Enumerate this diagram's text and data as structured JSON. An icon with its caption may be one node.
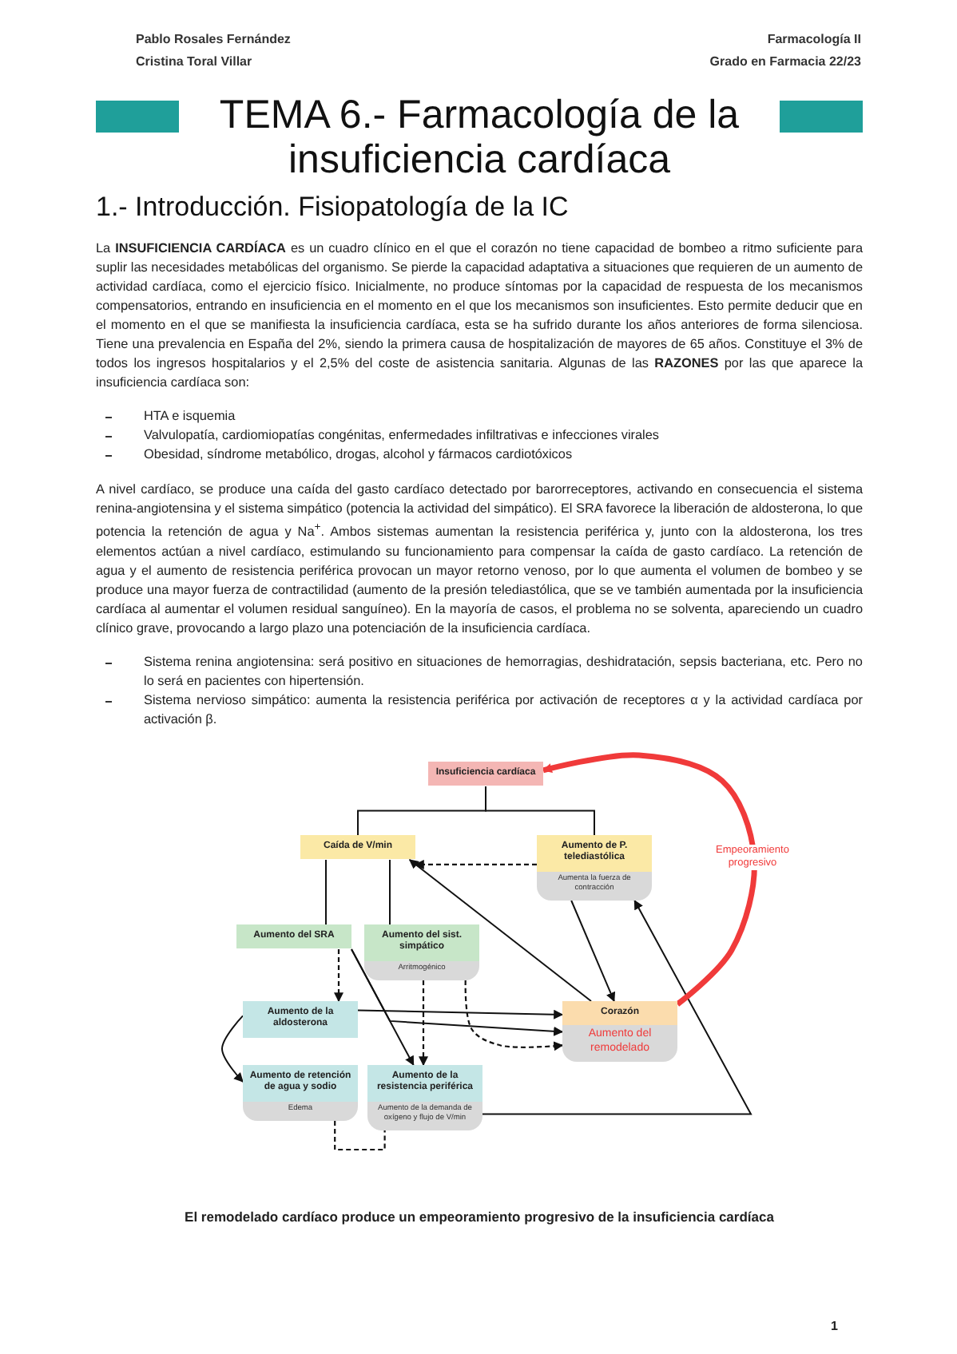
{
  "diagram": {
    "title": "TEMA 6.- Farmacología de la insuficiencia cardíaca",
    "caption": "El remodelado cardíaco produce un empeoramiento progresivo de la insuficiencia cardíaca",
    "nodes": [
      {
        "text": [
          "Insuficiencia cardíaca"
        ]
      },
      {
        "text": [
          "Caída de V/min"
        ]
      },
      {
        "text": [
          "Aumento de P. telediastólica",
          "Aumenta la fuerza de contracción"
        ]
      },
      {
        "text": [
          "Aumento del SRA"
        ]
      },
      {
        "text": [
          "Aumento del sist. simpático",
          "Arritmogénico"
        ]
      },
      {
        "text": [
          "Aumento de la aldosterona"
        ]
      },
      {
        "text": [
          "Aumento de retención de agua y sodio",
          "Edema"
        ]
      },
      {
        "text": [
          "Aumento de la resistencia periférica",
          "Aumento de la demanda de oxígeno y flujo de V/min"
        ]
      },
      {
        "text": [
          "Corazón",
          "Aumento del remodelado"
        ]
      }
    ],
    "edges": [
      {
        "from": 0,
        "to": 1,
        "arrow": "none"
      },
      {
        "from": 0,
        "to": 2,
        "arrow": "none"
      },
      {
        "from": 2,
        "to": 1,
        "arrow": "to",
        "style": "dashed"
      },
      {
        "from": 1,
        "to": 3,
        "arrow": "none"
      },
      {
        "from": 1,
        "to": 4,
        "arrow": "none"
      },
      {
        "from": 8,
        "to": 1,
        "arrow": "to"
      },
      {
        "from": 2,
        "to": 8,
        "arrow": "to"
      },
      {
        "from": 7,
        "to": 2,
        "arrow": "to"
      },
      {
        "from": 8,
        "to": 0,
        "arrow": "to",
        "style": "thick",
        "color": "#f03a3a",
        "label": "Empeoramiento progresivo"
      },
      {
        "from": 3,
        "to": 5,
        "arrow": "to",
        "style": "dashed"
      },
      {
        "from": 3,
        "to": 7,
        "arrow": "to"
      },
      {
        "from": 5,
        "to": 6,
        "arrow": "to"
      },
      {
        "from": 4,
        "to": 7,
        "arrow": "to",
        "style": "dashed"
      },
      {
        "from": 4,
        "to": 8,
        "arrow": "to",
        "style": "dashed"
      },
      {
        "from": 5,
        "to": 8,
        "arrow": "to"
      },
      {
        "from": 3,
        "to": 8,
        "arrow": "to"
      },
      {
        "from": 6,
        "to": 7,
        "arrow": "none",
        "style": "dashed"
      }
    ],
    "labels": [
      "Pablo Rosales Fernández",
      "Farmacología II",
      "Cristina Toral Villar",
      "Grado en Farmacia 22/23",
      "1.- Introducción. Fisiopatología de la IC",
      "La **INSUFICIENCIA CARDÍACA** es un cuadro clínico en el que el corazón no tiene capacidad de bombeo a ritmo suficiente para suplir las necesidades metabólicas del organismo. Se pierde la capacidad adaptativa a situaciones que requieren de un aumento de actividad cardíaca, como el ejercicio físico. Inicialmente, no produce síntomas por la capacidad de respuesta de los mecanismos compensatorios, entrando en insuficiencia en el momento en el que los mecanismos son insuficientes. Esto permite deducir que en el momento en el que se manifiesta la insuficiencia cardíaca, esta se ha sufrido durante los años anteriores de forma silenciosa. Tiene una prevalencia en España del 2%, siendo la primera causa de hospitalización de mayores de 65 años. Constituye el 3% de todos los ingresos hospitalarios y el 2,5% del coste de asistencia sanitaria. Algunas de las **RAZONES** por las que aparece la insuficiencia cardíaca son:",
      "HTA e isquemia",
      "Valvulopatía, cardiomiopatías congénitas, enfermedades infiltrativas e infecciones virales",
      "Obesidad, síndrome metabólico, drogas, alcohol y fármacos cardiotóxicos",
      "A nivel cardíaco, se produce una caída del gasto cardíaco detectado por barorreceptores, activando en consecuencia el sistema renina-angiotensina y el sistema simpático (potencia la actividad del simpático). El SRA favorece la liberación de aldosterona, lo que potencia la retención de agua y Na$^{+}$. Ambos sistemas aumentan la resistencia periférica y, junto con la aldosterona, los tres elementos actúan a nivel cardíaco, estimulando su funcionamiento para compensar la caída de gasto cardíaco. La retención de agua y el aumento de resistencia periférica provocan un mayor retorno venoso, por lo que aumenta el volumen de bombeo y se produce una mayor fuerza de contractilidad (aumento de la presión telediastólica, que se ve también aumentada por la insuficiencia cardíaca al aumentar el volumen residual sanguíneo). En la mayoría de casos, el problema no se solventa, apareciendo un cuadro clínico grave, provocando a largo plazo una potenciación de la insuficiencia cardíaca.",
      "Sistema renina angiotensina: será positivo en situaciones de hemorragias, deshidratación, sepsis bacteriana, etc. Pero no lo será en pacientes con hipertensión.",
      "Sistema nervioso simpático: aumenta la resistencia periférica por activación de receptores α y la actividad cardíaca por activación β.",
      "1"
    ]
  }
}
